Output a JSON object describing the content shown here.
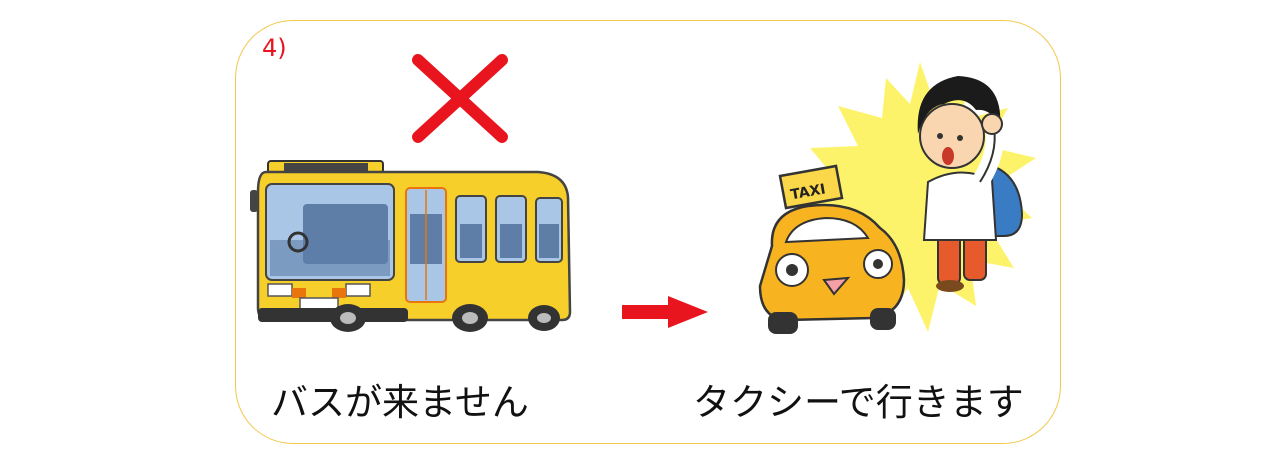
{
  "step": {
    "number": "4)"
  },
  "left": {
    "caption": "バスが来ません",
    "cross_icon": "red-cross-icon",
    "illustration": "bus"
  },
  "arrow": {
    "icon": "right-arrow-icon",
    "color": "#e8141e"
  },
  "right": {
    "caption": "タクシーで行きます",
    "illustration": "taxi-and-child",
    "taxi_sign": "TAXI"
  },
  "colors": {
    "frame": "#f2c84b",
    "bus_body": "#f7cf2a",
    "taxi_body": "#f8b420",
    "burst": "#fdf36b",
    "cross": "#e8141e"
  }
}
